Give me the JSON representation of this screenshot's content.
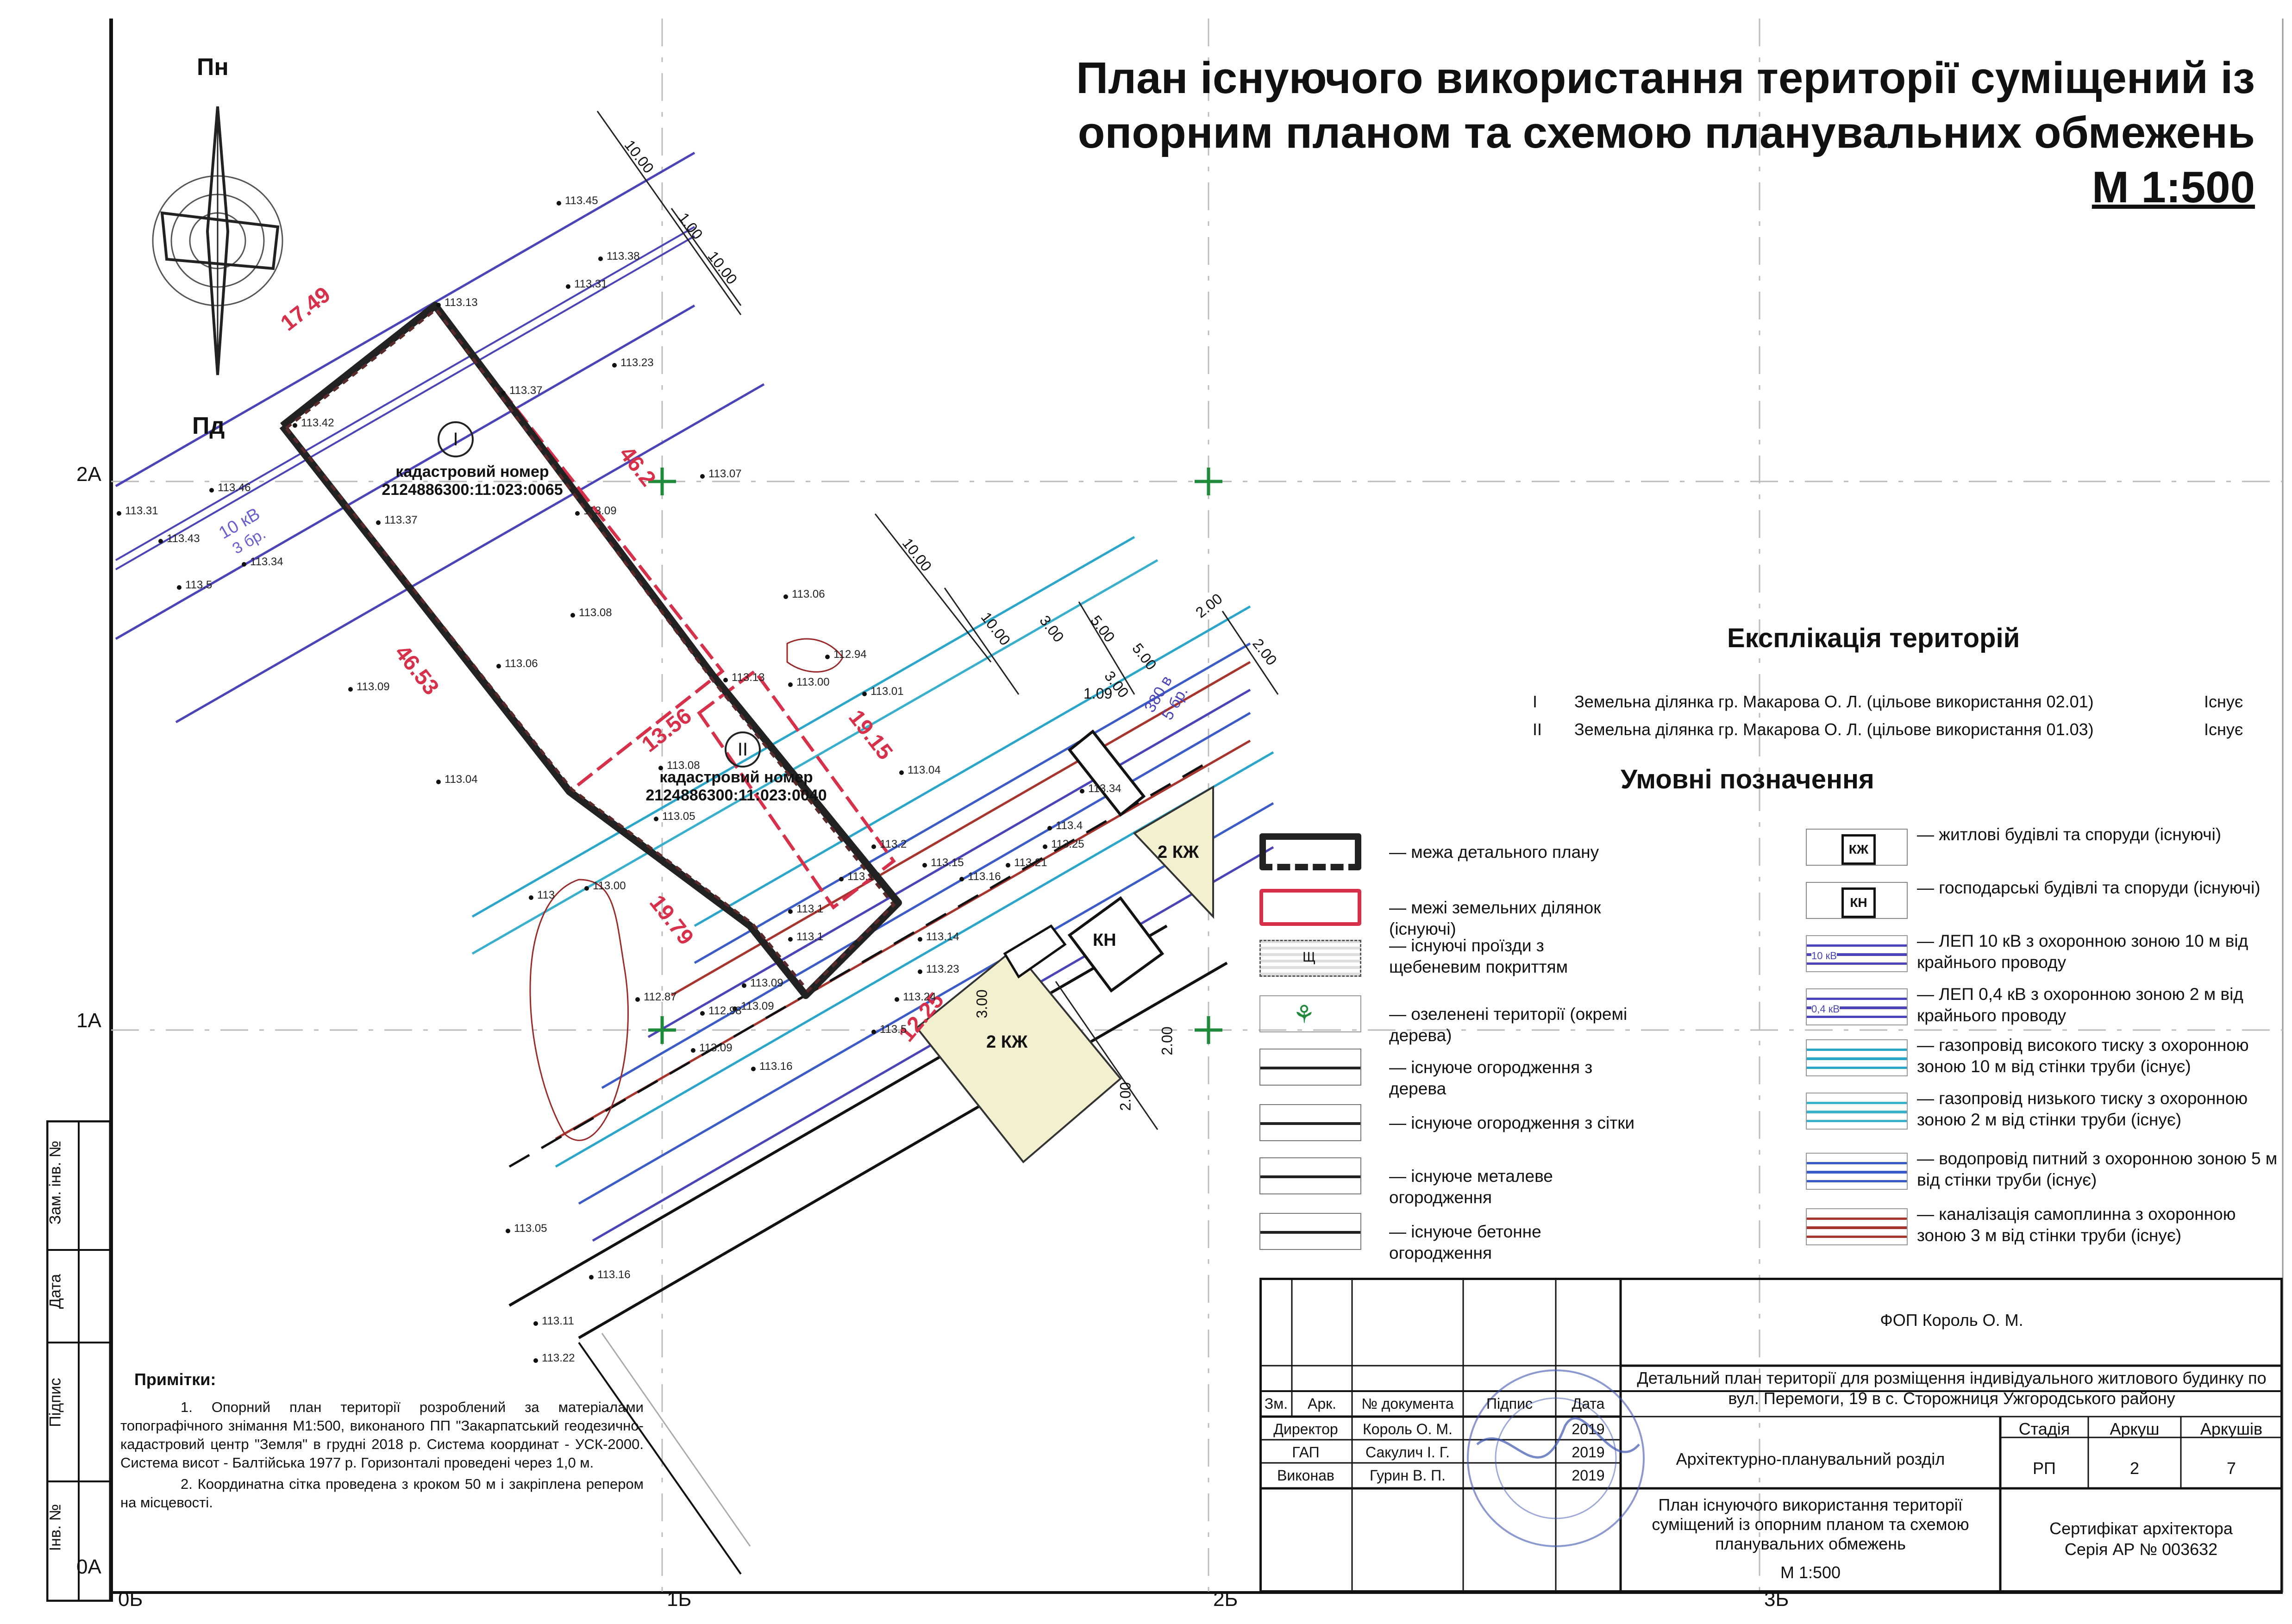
{
  "title": {
    "line1": "План існуючого використання території суміщений із",
    "line2": "опорним планом та схемою планувальних обмежень",
    "scale": "М 1:500"
  },
  "compass": {
    "north": "Пн",
    "south": "Пд"
  },
  "grid": {
    "rows": [
      "2А",
      "1А",
      "0А"
    ],
    "cols": [
      "0Б",
      "1Б",
      "2Б",
      "3Б"
    ]
  },
  "map_labels": {
    "parcel1_num": "I",
    "parcel2_num": "II",
    "cad1_label": "кадастровий номер",
    "cad1_value": "2124886300:11:023:0065",
    "cad2_label": "кадастровий номер",
    "cad2_value": "2124886300:11:023:0040",
    "dims": [
      "17.49",
      "46.2",
      "46.53",
      "13.56",
      "19.15",
      "19.79",
      "12.25"
    ],
    "offsets": [
      "10.00",
      "1.00",
      "10.00",
      "10.00",
      "10.00",
      "3.00",
      "5.00",
      "5.00",
      "2.00",
      "2.00",
      "3.00",
      "1.09",
      "3.00",
      "2.00",
      "2.00"
    ],
    "lep10": "10 кВ",
    "lep10_sub": "3 бр.",
    "lep04": "380 в",
    "lep04_sub": "5 бр.",
    "building1": "2 КЖ",
    "building2": "2 КЖ",
    "building3": "КН",
    "elevations": [
      "113.45",
      "113.38",
      "113.31",
      "113.13",
      "113.23",
      "113.37",
      "113.07",
      "113.42",
      "113.46",
      "113.31",
      "113.43",
      "113.34",
      "113.5",
      "113.37",
      "113.09",
      "113.08",
      "113.06",
      "113.09",
      "113.06",
      "112.94",
      "113.00",
      "113.13",
      "113.01",
      "113.04",
      "113.08",
      "113.05",
      "113.04",
      "113.09",
      "113.2",
      "113.15",
      "113.12",
      "113.16",
      "113",
      "113.00",
      "113.1",
      "113.1",
      "113.14",
      "113.21",
      "113.09",
      "113.23",
      "113.24",
      "112.87",
      "112.98",
      "113.09",
      "113.5",
      "113.16",
      "113.05",
      "113.16",
      "113.11",
      "113.22",
      "113.34",
      "113.4",
      "113.25"
    ]
  },
  "explication": {
    "title": "Експлікація територій",
    "rows": [
      {
        "num": "I",
        "text": "Земельна ділянка гр. Макарова О. Л. (цільове використання 02.01)",
        "status": "Існує"
      },
      {
        "num": "II",
        "text": "Земельна ділянка гр. Макарова О. Л. (цільове використання 01.03)",
        "status": "Існує"
      }
    ]
  },
  "legend": {
    "title": "Умовні позначення",
    "left": [
      "межа детального плану",
      "межі земельних ділянок (існуючі)",
      "існуючі проїзди з щебеневим покриттям",
      "озеленені території (окремі дерева)",
      "існуюче огородження з дерева",
      "існуюче огородження з сітки",
      "існуюче металеве огородження",
      "існуюче бетонне огородження"
    ],
    "right": [
      "житлові будівлі та споруди (існуючі)",
      "господарські будівлі та споруди (існуючі)",
      "ЛЕП 10 кВ з охоронною зоною 10 м від крайнього проводу",
      "ЛЕП 0,4 кВ з охоронною зоною 2 м від крайнього проводу",
      "газопровід високого тиску з охоронною зоною 10 м від стінки труби (існує)",
      "газопровід низького тиску з охоронною зоною 2 м від стінки труби (існує)",
      "водопровід питний з охоронною зоною 5 м від стінки труби (існує)",
      "каналізація самоплинна з охоронною зоною 3 м від стінки труби (існує)"
    ],
    "sym_kzh": "КЖ",
    "sym_kn": "КН",
    "sym_shch": "Щ",
    "sym_10kv": "10 кВ",
    "sym_04kv": "0,4 кВ",
    "colors": {
      "lep10": "#4a44b8",
      "lep04": "#4a44b8",
      "gas_high": "#2aa6c8",
      "gas_low": "#38b0cc",
      "water": "#3b5bc8",
      "sewer": "#a8342e",
      "parcel": "#d6304a"
    }
  },
  "notes": {
    "title": "Примітки:",
    "items": [
      "1. Опорний план території розроблений за матеріалами топографічного знімання М1:500, виконаного ПП \"Закарпатський геодезично-кадастровий центр \"Земля\" в грудні 2018 р. Система координат - УСК-2000. Система висот - Балтійська 1977 р. Горизонталі проведені через 1,0 м.",
      "2. Координатна сітка проведена з кроком 50 м і закріплена репером на місцевості."
    ]
  },
  "side_stamp": [
    "Зам. інв. №",
    "Дата",
    "Підпис",
    "Інв. №"
  ],
  "stamp": {
    "company": "ФОП Король О. М.",
    "project": "Детальний план території для розміщення індивідуального житлового будинку по вул. Перемоги, 19 в с. Сторожниця Ужгородського району",
    "headers": [
      "Зм.",
      "Арк.",
      "№ документа",
      "Підпис",
      "Дата"
    ],
    "rows": [
      {
        "role": "Директор",
        "name": "Король О. М.",
        "date": "2019"
      },
      {
        "role": "ГАП",
        "name": "Сакулич І. Г.",
        "date": "2019"
      },
      {
        "role": "Виконав",
        "name": "Гурин В. П.",
        "date": "2019"
      }
    ],
    "section": "Архітектурно-планувальний розділ",
    "stage_h": "Стадія",
    "sheet_h": "Аркуш",
    "sheets_h": "Аркушів",
    "stage": "РП",
    "sheet": "2",
    "sheets": "7",
    "drawing": "План існуючого використання території суміщений із опорним планом та схемою планувальних обмежень",
    "drawing_scale": "М 1:500",
    "cert_line1": "Сертифікат архітектора",
    "cert_line2": "Серія АР № 003632"
  }
}
